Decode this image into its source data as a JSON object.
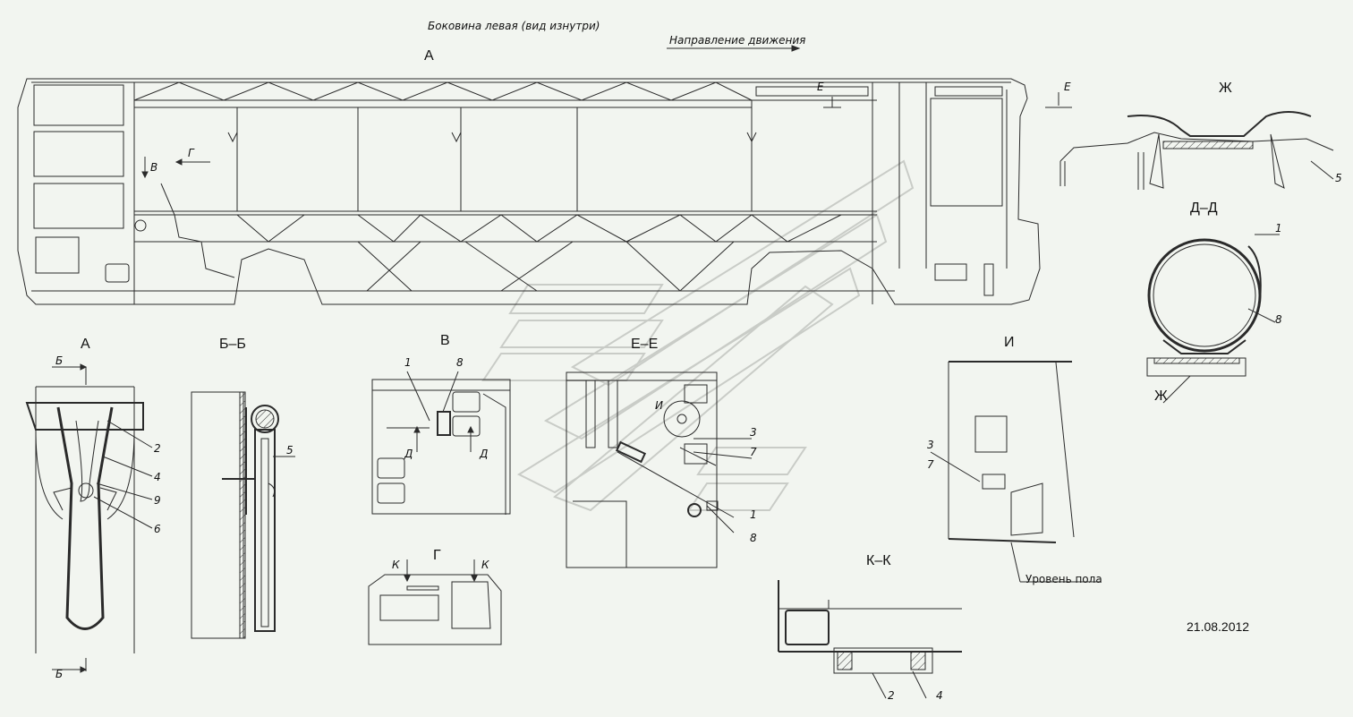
{
  "top_title": "Боковина левая (вид изнутри)",
  "direction_label": "Направление движения",
  "views": {
    "a": "А",
    "bb": "Б–Б",
    "v": "В",
    "ee": "Е–Е",
    "i": "И",
    "zh": "Ж",
    "dd": "Д–Д",
    "kk": "К–К",
    "g": "Г"
  },
  "markers": {
    "a_top": "А",
    "e_top": "Е",
    "e_right": "Е",
    "g_arrow": "Г",
    "v_arrow": "В",
    "b_top": "Б",
    "b_bottom": "Б",
    "d1": "Д",
    "d2": "Д",
    "i_arrow": "И",
    "k1": "К",
    "k2": "К",
    "zh_bottom": "Ж"
  },
  "callouts": {
    "a_2": "2",
    "a_4": "4",
    "a_9": "9",
    "a_6": "6",
    "bb_5": "5",
    "v_1": "1",
    "v_8": "8",
    "ee_3": "3",
    "ee_7": "7",
    "ee_1": "1",
    "ee_8": "8",
    "i_3": "3",
    "i_7": "7",
    "zh_5": "5",
    "dd_1": "1",
    "dd_8": "8",
    "kk_2": "2",
    "kk_4": "4"
  },
  "floor_level": "Уровень пола",
  "date": "21.08.2012",
  "colors": {
    "line": "#2a2a2a",
    "watermark": "#d6d9d4",
    "bg": "#f2f5f0"
  }
}
